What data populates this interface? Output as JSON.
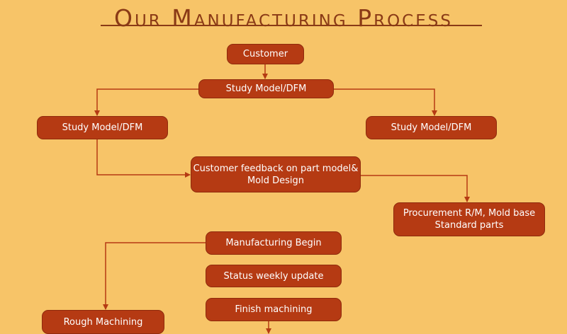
{
  "title": "Our Manufacturing Process",
  "colors": {
    "background": "#f7c468",
    "node_fill": "#b53a13",
    "node_border": "#8f2a0c",
    "arrow": "#b53a13",
    "title": "#8a3a16"
  },
  "nodes": {
    "customer": "Customer",
    "study_top": "Study Model/DFM",
    "study_left": "Study Model/DFM",
    "study_right": "Study Model/DFM",
    "feedback": "Customer feedback on part model&\nMold Design",
    "procurement": "Procurement R/M, Mold base\nStandard parts",
    "manufacturing_begin": "Manufacturing Begin",
    "status_update": "Status weekly update",
    "finish_machining": "Finish machining",
    "rough_machining": "Rough Machining"
  }
}
